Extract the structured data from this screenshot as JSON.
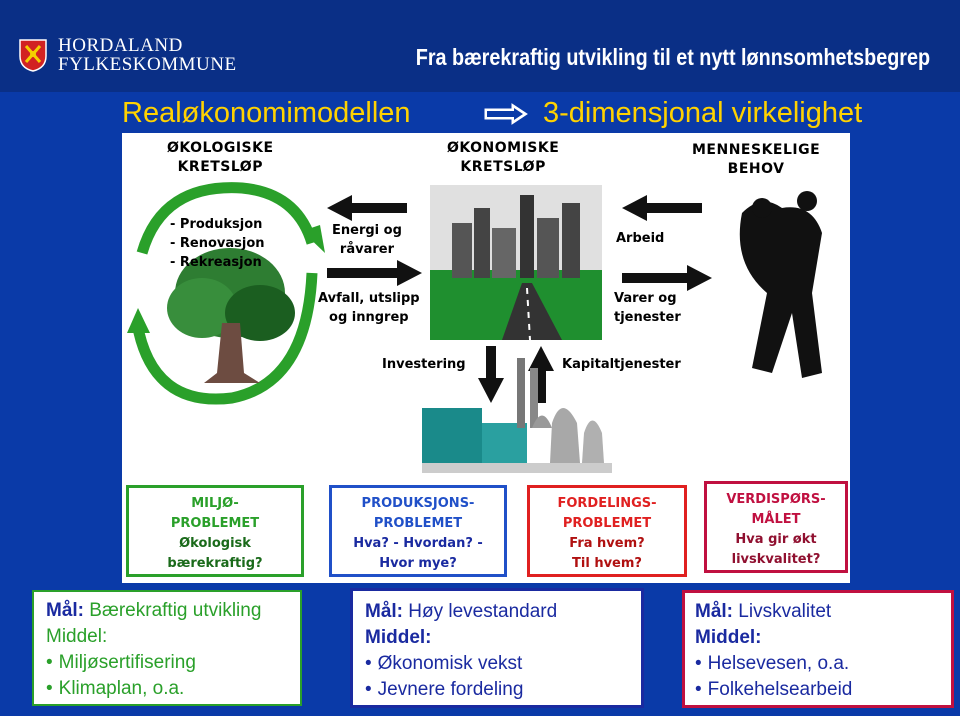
{
  "header": {
    "logo_line1": "HORDALAND",
    "logo_line2": "FYLKESKOMMUNE",
    "title": "Fra bærekraftig utvikling til et nytt lønnsomhetsbegrep"
  },
  "subtitle": {
    "left": "Realøkonomimodellen",
    "right": "3-dimensjonal virkelighet"
  },
  "diagram": {
    "col1_title": [
      "ØKOLOGISKE",
      "KRETSLØP"
    ],
    "col2_title": [
      "ØKONOMISKE",
      "KRETSLØP"
    ],
    "col3_title": [
      "MENNESKELIGE",
      "BEHOV"
    ],
    "eco_list": [
      "- Produksjon",
      "- Renovasjon",
      "- Rekreasjon"
    ],
    "energy": [
      "Energi og",
      "råvarer"
    ],
    "waste": [
      "Avfall, utslipp",
      "og inngrep"
    ],
    "work": "Arbeid",
    "goods": [
      "Varer og",
      "tjenester"
    ],
    "investment": "Investering",
    "capital": "Kapitaltjenester"
  },
  "problems": [
    {
      "lines": [
        "MILJØ-",
        "PROBLEMET",
        "Økologisk",
        "bærekraftig?"
      ],
      "color": "#2aa02a"
    },
    {
      "lines": [
        "PRODUKSJONS-",
        "PROBLEMET",
        "Hva? - Hvordan? -",
        "Hvor mye?"
      ],
      "color": "#2050c8"
    },
    {
      "lines": [
        "FORDELINGS-",
        "PROBLEMET",
        "Fra hvem?",
        "Til hvem?"
      ],
      "color": "#e02020"
    },
    {
      "lines": [
        "VERDISPØRS-",
        "MÅLET",
        "Hva gir økt",
        "livskvalitet?"
      ],
      "color": "#c01040"
    }
  ],
  "goals": [
    {
      "maal_label": "Mål:",
      "maal": "Bærekraftig utvikling",
      "middel_label": "Middel:",
      "items": [
        "Miljøsertifisering",
        "Klimaplan, o.a."
      ]
    },
    {
      "maal_label": "Mål:",
      "maal": "Høy levestandard",
      "middel_label": "Middel:",
      "items": [
        "Økonomisk vekst",
        "Jevnere fordeling"
      ]
    },
    {
      "maal_label": "Mål:",
      "maal": "Livskvalitet",
      "middel_label": "Middel:",
      "items": [
        "Helsevesen, o.a.",
        "Folkehelsearbeid"
      ]
    }
  ],
  "colors": {
    "slide_blue": "#0a3aa8",
    "accent_yellow": "#ffd200",
    "eco_green": "#2aa02a",
    "goal_text_blue": "#1a2aa0"
  }
}
